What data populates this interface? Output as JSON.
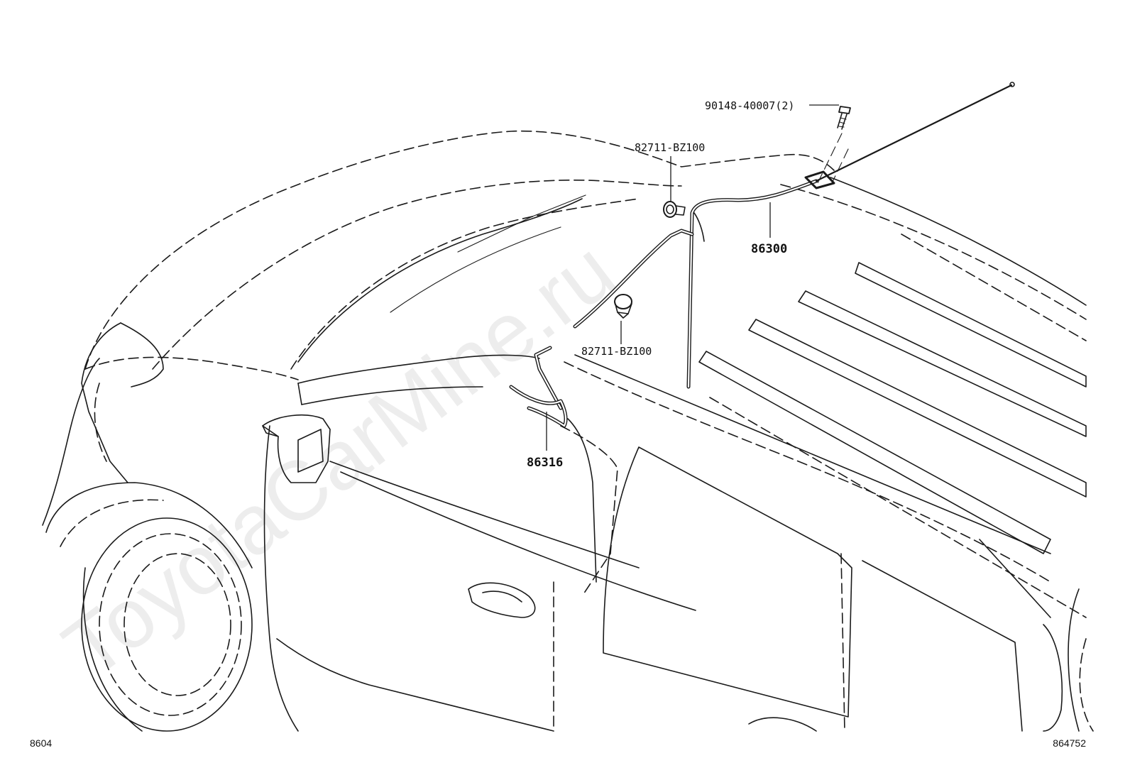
{
  "diagram": {
    "watermark": "ToyotaCarMine.ru",
    "parts": {
      "screw": "90148-40007(2)",
      "clip_upper": "82711-BZ100",
      "clip_lower": "82711-BZ100",
      "antenna_cord": "86300",
      "antenna_sub": "86316"
    },
    "footer": {
      "left_code": "8604",
      "right_code": "864752"
    }
  }
}
